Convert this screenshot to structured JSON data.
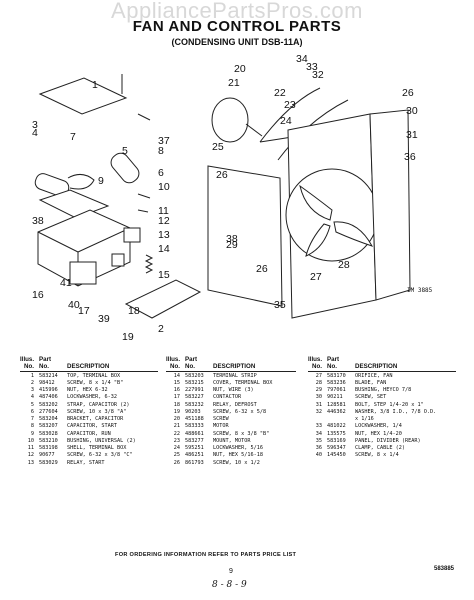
{
  "watermark": "AppliancePartsPros.com",
  "title": "FAN AND CONTROL PARTS",
  "subtitle": "(CONDENSING UNIT DSB-11A)",
  "diagram_code": "IM 3885",
  "callouts": [
    "1",
    "2",
    "3",
    "4",
    "5",
    "6",
    "7",
    "8",
    "9",
    "10",
    "11",
    "12",
    "13",
    "14",
    "15",
    "16",
    "17",
    "18",
    "19",
    "20",
    "21",
    "22",
    "23",
    "24",
    "25",
    "26",
    "26",
    "26",
    "27",
    "28",
    "29",
    "30",
    "31",
    "32",
    "33",
    "34",
    "35",
    "36",
    "37",
    "38",
    "38",
    "39",
    "40",
    "41"
  ],
  "columns": [
    {
      "hdr_illus": "Illus.",
      "hdr_part": "Part",
      "hdr_no": "No.",
      "hdr_pno": "No.",
      "hdr_desc": "DESCRIPTION",
      "rows": [
        {
          "no": "1",
          "part": "583214",
          "desc": "TOP, TERMINAL BOX"
        },
        {
          "no": "2",
          "part": "98412",
          "desc": "SCREW, 8 x 1/4 \"B\""
        },
        {
          "no": "3",
          "part": "415996",
          "desc": "NUT, HEX 6-32"
        },
        {
          "no": "4",
          "part": "487406",
          "desc": "LOCKWASHER, 6-32"
        },
        {
          "no": "5",
          "part": "583202",
          "desc": "STRAP, CAPACITOR (2)"
        },
        {
          "no": "6",
          "part": "277604",
          "desc": "SCREW, 10 x 3/8 \"A\""
        },
        {
          "no": "7",
          "part": "583204",
          "desc": "BRACKET, CAPACITOR"
        },
        {
          "no": "8",
          "part": "583207",
          "desc": "CAPACITOR, START"
        },
        {
          "no": "9",
          "part": "583028",
          "desc": "CAPACITOR, RUN"
        },
        {
          "no": "10",
          "part": "583210",
          "desc": "BUSHING, UNIVERSAL (2)"
        },
        {
          "no": "11",
          "part": "583198",
          "desc": "SHELL, TERMINAL BOX"
        },
        {
          "no": "12",
          "part": "90677",
          "desc": "SCREW, 6-32 x 3/8 \"C\""
        },
        {
          "no": "13",
          "part": "583029",
          "desc": "RELAY, START"
        }
      ]
    },
    {
      "hdr_illus": "Illus.",
      "hdr_part": "Part",
      "hdr_no": "No.",
      "hdr_pno": "No.",
      "hdr_desc": "DESCRIPTION",
      "rows": [
        {
          "no": "14",
          "part": "583203",
          "desc": "TERMINAL STRIP"
        },
        {
          "no": "15",
          "part": "583215",
          "desc": "COVER, TERMINAL BOX"
        },
        {
          "no": "16",
          "part": "227991",
          "desc": "NUT, WIRE (3)"
        },
        {
          "no": "17",
          "part": "583227",
          "desc": "CONTACTOR"
        },
        {
          "no": "18",
          "part": "583232",
          "desc": "RELAY, DEFROST"
        },
        {
          "no": "19",
          "part": "90203",
          "desc": "SCREW, 6-32 x 5/8"
        },
        {
          "no": "20",
          "part": "451188",
          "desc": "SCREW"
        },
        {
          "no": "21",
          "part": "583333",
          "desc": "MOTOR"
        },
        {
          "no": "22",
          "part": "488661",
          "desc": "SCREW, 8 x 3/8 \"B\""
        },
        {
          "no": "23",
          "part": "583277",
          "desc": "MOUNT, MOTOR"
        },
        {
          "no": "24",
          "part": "595251",
          "desc": "LOCKWASHER, 5/16"
        },
        {
          "no": "25",
          "part": "486251",
          "desc": "NUT, HEX 5/16-18"
        },
        {
          "no": "26",
          "part": "861793",
          "desc": "SCREW, 10 x 1/2"
        }
      ]
    },
    {
      "hdr_illus": "Illus.",
      "hdr_part": "Part",
      "hdr_no": "No.",
      "hdr_pno": "No.",
      "hdr_desc": "DESCRIPTION",
      "rows": [
        {
          "no": "27",
          "part": "583170",
          "desc": "ORIFICE, FAN"
        },
        {
          "no": "28",
          "part": "583236",
          "desc": "BLADE, FAN"
        },
        {
          "no": "29",
          "part": "797061",
          "desc": "BUSHING, HEYCO 7/8"
        },
        {
          "no": "30",
          "part": "90211",
          "desc": "SCREW, SET"
        },
        {
          "no": "31",
          "part": "128581",
          "desc": "BOLT, STEP 1/4-20 x 1\""
        },
        {
          "no": "32",
          "part": "446362",
          "desc": "WASHER, 3/8 I.D., 7/8 O.D."
        },
        {
          "no": "",
          "part": "",
          "desc": "x 1/16"
        },
        {
          "no": "33",
          "part": "481022",
          "desc": "LOCKWASHER, 1/4"
        },
        {
          "no": "34",
          "part": "135575",
          "desc": "NUT, HEX 1/4-20"
        },
        {
          "no": "35",
          "part": "583169",
          "desc": "PANEL, DIVIDER (REAR)"
        },
        {
          "no": "36",
          "part": "596347",
          "desc": "CLAMP, CABLE (2)"
        },
        {
          "no": "40",
          "part": "145450",
          "desc": "SCREW, 8 x 1/4"
        }
      ]
    }
  ],
  "footer": "FOR ORDERING INFORMATION REFER TO PARTS PRICE LIST",
  "page_number": "9",
  "footer_code": "583885",
  "hand_note": "8 - 8 - 9"
}
